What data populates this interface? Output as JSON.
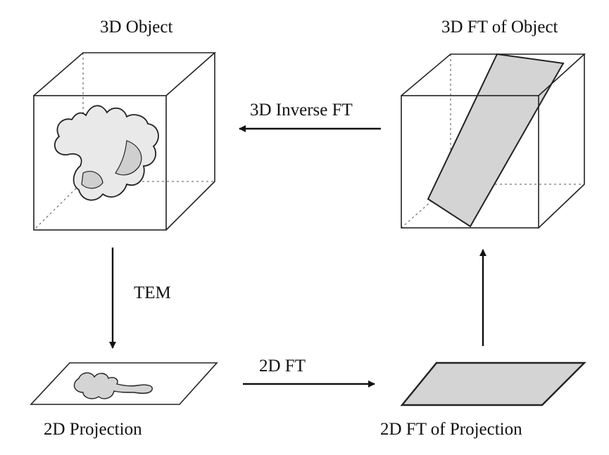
{
  "labels": {
    "object_3d": "3D Object",
    "ft_of_object_3d": "3D FT of Object",
    "inverse_ft_3d": "3D Inverse FT",
    "tem": "TEM",
    "ft_2d": "2D FT",
    "projection_2d": "2D Projection",
    "ft_of_projection_2d": "2D FT of Projection"
  },
  "colors": {
    "stroke": "#222222",
    "hidden_edge": "#777777",
    "fill_gray": "#d4d4d4",
    "blob_fill": "#e9e9e9",
    "background": "#ffffff"
  }
}
